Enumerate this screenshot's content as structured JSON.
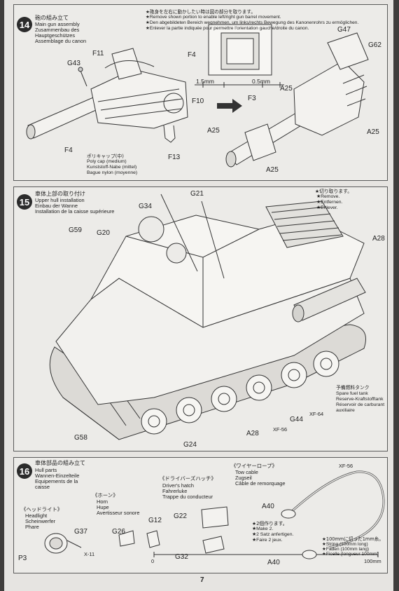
{
  "page": {
    "number": "7"
  },
  "step14": {
    "number": "14",
    "title_jp": "砲の組み立て",
    "title_en": "Main gun assembly",
    "title_de": "Zusammenbau des",
    "title_de2": "Hauptgeschützes",
    "title_fr": "Assemblage du canon",
    "note_jp": "★砲身を左右に動かしたい時は図の部分を取ります。",
    "note_en": "★Remove shown portion to enable left/right gun barrel movement.",
    "note_de": "★Den abgebildeten Bereich wegnehmen, um links/rechts Bewegung des Kanonenrohrs zu ermöglichen.",
    "note_fr": "★Enlever la partie indiquée pour permettre l'orientation gauche/droite du canon.",
    "polycap_jp": "ポリキャップ(中)",
    "polycap_en": "Poly cap (medium)",
    "polycap_de": "Kunststoff-Nabe (mittel)",
    "polycap_fr": "Bague nylon (moyenne)",
    "labels": {
      "f11": "F11",
      "g43": "G43",
      "f10": "F10",
      "f4": "F4",
      "f13": "F13",
      "f4b": "F4",
      "dim1": "1.5mm",
      "dim2": "0.5mm",
      "f3": "F3",
      "g47": "G47",
      "g62": "G62",
      "a25a": "A25",
      "a25b": "A25",
      "a25c": "A25",
      "a25d": "A25"
    }
  },
  "step15": {
    "number": "15",
    "title_jp": "車体上部の取り付け",
    "title_en": "Upper hull installation",
    "title_de": "Einbau der Wanne",
    "title_fr": "Installation de la caisse supérieure",
    "cut_jp": "★切り取ります。",
    "cut_en": "★Remove.",
    "cut_de": "★Entfernen.",
    "cut_fr": "★Enlever.",
    "tank_jp": "予備燃料タンク",
    "tank_en": "Spare fuel tank",
    "tank_de": "Reserve-Kraftstofftank",
    "tank_fr": "Réservoir de carburant",
    "tank_fr2": "auxiliaire",
    "labels": {
      "g21": "G21",
      "g34": "G34",
      "g59": "G59",
      "g20": "G20",
      "a28a": "A28",
      "g58": "G58",
      "g24": "G24",
      "a28b": "A28",
      "g44": "G44",
      "xf56": "XF-56",
      "xf64": "XF-64"
    }
  },
  "step16": {
    "number": "16",
    "title_jp": "車体部品の組み立て",
    "title_en": "Hull parts",
    "title_de": "Wannen-Einzelteile",
    "title_fr": "Equipements de la",
    "title_fr2": "caisse",
    "headlight_jp": "《ヘッドライト》",
    "headlight_en": "Headlight",
    "headlight_de": "Scheinwerfer",
    "headlight_fr": "Phare",
    "horn_jp": "《ホーン》",
    "horn_en": "Horn",
    "horn_de": "Hupe",
    "horn_fr": "Avertisseur sonore",
    "hatch_jp": "《ドライバーズハッチ》",
    "hatch_en": "Driver's hatch",
    "hatch_de": "Fahrerluke",
    "hatch_fr": "Trappe du conducteur",
    "rope_jp": "《ワイヤーロープ》",
    "rope_en": "Tow cable",
    "rope_de": "Zugseil",
    "rope_fr": "Câble de remorquage",
    "make2_jp": "★2個作ります。",
    "make2_en": "★Make 2.",
    "make2_de": "★2 Satz anfertigen.",
    "make2_fr": "★Faire 2 jeux.",
    "string_jp": "★100mmに切った1mm糸。",
    "string_en": "★String (100mm long)",
    "string_de": "★Faden (100mm lang)",
    "string_fr": "★Ficelle (longueur 100mm)",
    "labels": {
      "g37": "G37",
      "p3": "P3",
      "x11": "X-11",
      "g26": "G26",
      "g12": "G12",
      "g22": "G22",
      "g32": "G32",
      "a40a": "A40",
      "a40b": "A40",
      "xf56": "XF-56",
      "scale0": "0",
      "scale100": "100mm"
    }
  }
}
